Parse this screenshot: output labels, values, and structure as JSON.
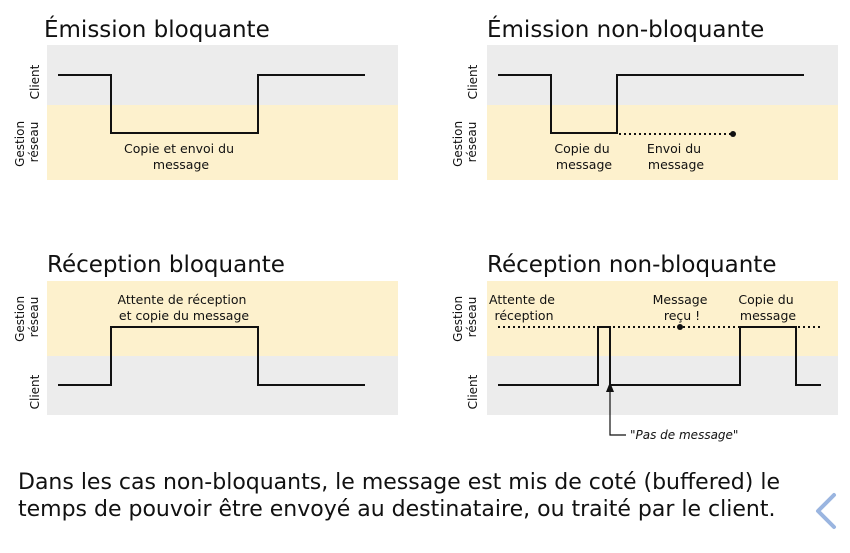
{
  "panels": {
    "blocking_send": {
      "title": "Émission bloquante",
      "top_lane": "Client",
      "bottom_lane": [
        "Gestion",
        "réseau"
      ],
      "label": [
        "Copie et envoi du",
        "message"
      ]
    },
    "nonblocking_send": {
      "title": "Émission non-bloquante",
      "top_lane": "Client",
      "bottom_lane": [
        "Gestion",
        "réseau"
      ],
      "label_copy": [
        "Copie du",
        "message"
      ],
      "label_send": [
        "Envoi du",
        "message"
      ]
    },
    "blocking_receive": {
      "title": "Réception bloquante",
      "top_lane": [
        "Gestion",
        "réseau"
      ],
      "bottom_lane": "Client",
      "label": [
        "Attente de réception",
        "et copie du message"
      ]
    },
    "nonblocking_receive": {
      "title": "Réception non-bloquante",
      "top_lane": [
        "Gestion",
        "réseau"
      ],
      "bottom_lane": "Client",
      "label_wait": [
        "Attente de",
        "réception"
      ],
      "label_received": [
        "Message",
        "reçu !"
      ],
      "label_copy": [
        "Copie du",
        "message"
      ],
      "note": "\"Pas de message\""
    }
  },
  "caption": [
    "Dans les cas non-bloquants, le message est mis de coté (buffered) le",
    "temps de pouvoir être envoyé au destinataire, ou traité par le client."
  ],
  "nav": {
    "icon": "chevron-left-icon",
    "color": "#9ab5e0"
  },
  "colors": {
    "client_lane": "#ececec",
    "network_lane": "#fdf1cd",
    "signal": "#111111"
  }
}
